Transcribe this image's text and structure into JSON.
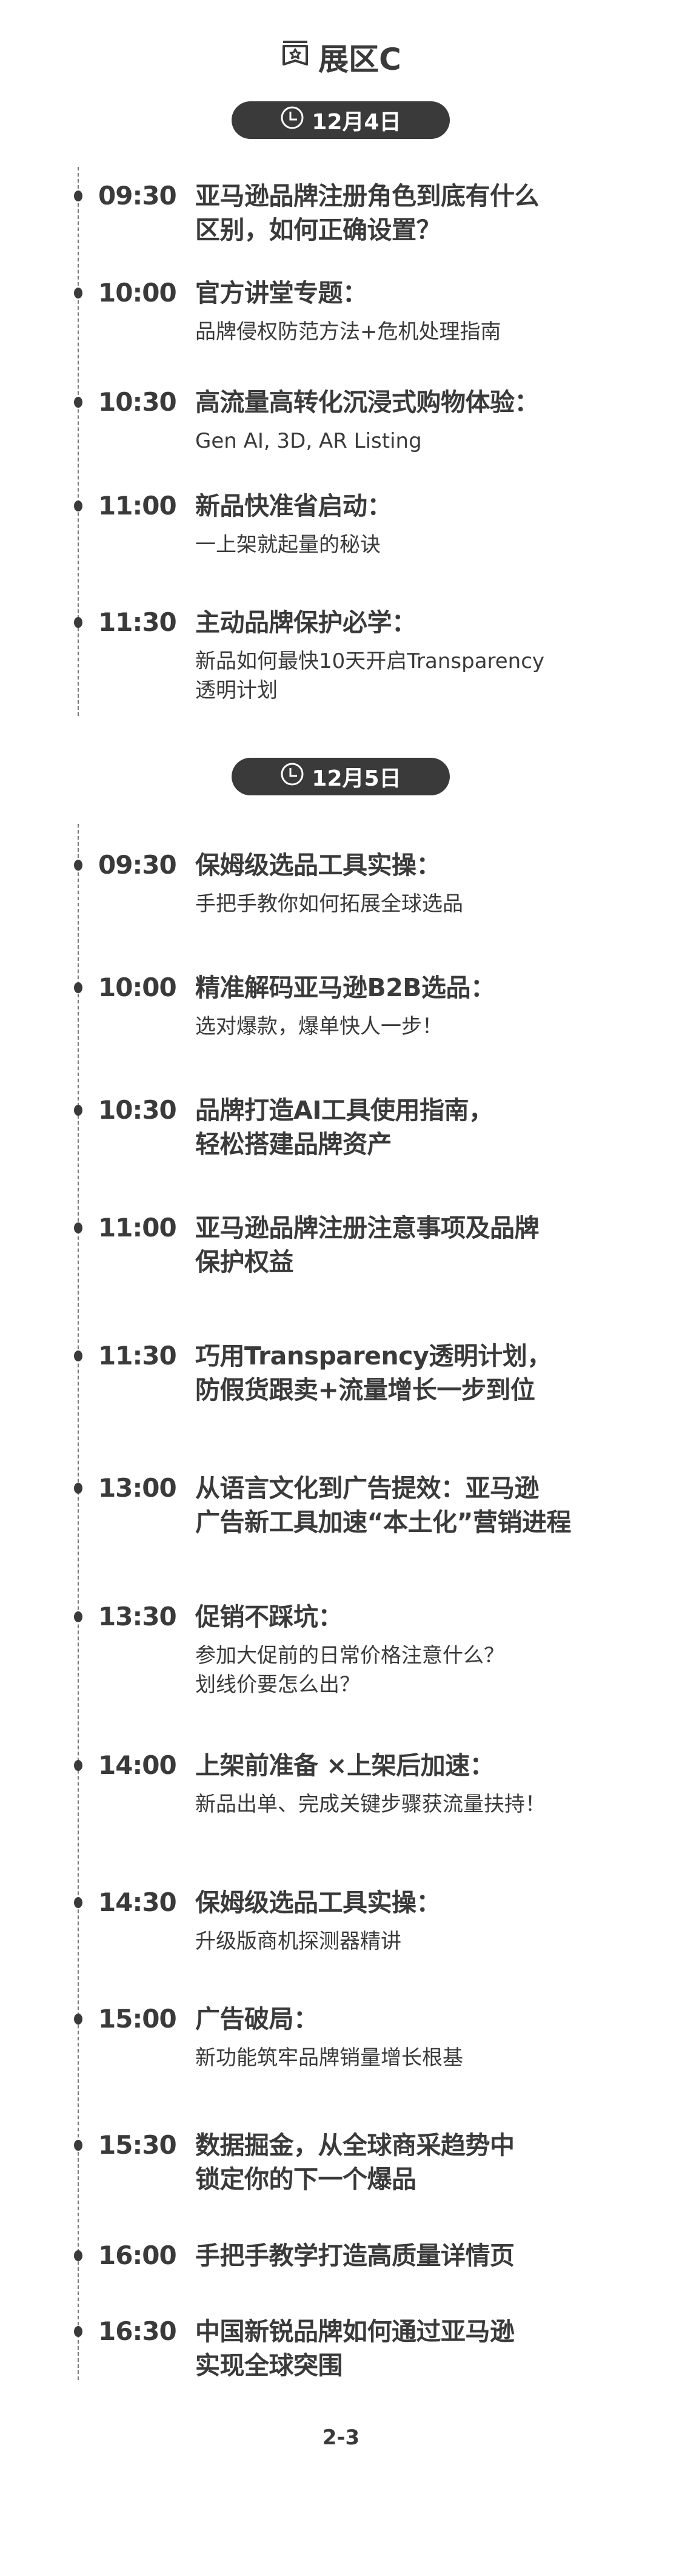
{
  "header": {
    "title": "展区C",
    "icon": "star-banner-icon"
  },
  "days": [
    {
      "date": "12月4日",
      "sessions": [
        {
          "time": "09:30",
          "title": "亚马逊品牌注册角色到底有什么\n区别，如何正确设置？",
          "subtitle": ""
        },
        {
          "time": "10:00",
          "title": "官方讲堂专题：",
          "subtitle": "品牌侵权防范方法+危机处理指南"
        },
        {
          "time": "10:30",
          "title": "高流量高转化沉浸式购物体验：",
          "subtitle": "Gen AI, 3D, AR Listing"
        },
        {
          "time": "11:00",
          "title": "新品快准省启动：",
          "subtitle": "一上架就起量的秘诀"
        },
        {
          "time": "11:30",
          "title": "主动品牌保护必学：",
          "subtitle": "新品如何最快10天开启Transparency\n透明计划"
        }
      ]
    },
    {
      "date": "12月5日",
      "sessions": [
        {
          "time": "09:30",
          "title": "保姆级选品工具实操：",
          "subtitle": "手把手教你如何拓展全球选品"
        },
        {
          "time": "10:00",
          "title": "精准解码亚马逊B2B选品：",
          "subtitle": "选对爆款，爆单快人一步！"
        },
        {
          "time": "10:30",
          "title": "品牌打造AI工具使用指南，\n轻松搭建品牌资产",
          "subtitle": ""
        },
        {
          "time": "11:00",
          "title": "亚马逊品牌注册注意事项及品牌\n保护权益",
          "subtitle": ""
        },
        {
          "time": "11:30",
          "title": "巧用Transparency透明计划，\n防假货跟卖+流量增长一步到位",
          "subtitle": ""
        },
        {
          "time": "13:00",
          "title": "从语言文化到广告提效：亚马逊\n广告新工具加速“本土化”营销进程",
          "subtitle": ""
        },
        {
          "time": "13:30",
          "title": "促销不踩坑：",
          "subtitle": "参加大促前的日常价格注意什么？\n划线价要怎么出？"
        },
        {
          "time": "14:00",
          "title": "上架前准备 ×上架后加速：",
          "subtitle": "新品出单、完成关键步骤获流量扶持！"
        },
        {
          "time": "14:30",
          "title": "保姆级选品工具实操：",
          "subtitle": "升级版商机探测器精讲"
        },
        {
          "time": "15:00",
          "title": "广告破局：",
          "subtitle": "新功能筑牢品牌销量增长根基"
        },
        {
          "time": "15:30",
          "title": "数据掘金，从全球商采趋势中\n锁定你的下一个爆品",
          "subtitle": ""
        },
        {
          "time": "16:00",
          "title": "手把手教学打造高质量详情页",
          "subtitle": ""
        },
        {
          "time": "16:30",
          "title": "中国新锐品牌如何通过亚马逊\n实现全球突围",
          "subtitle": ""
        }
      ]
    }
  ],
  "footer": {
    "page": "2-3"
  },
  "colors": {
    "text": "#3a3a3a",
    "pill_bg": "#3a3a3a",
    "pill_text": "#ffffff",
    "line": "#7a7a7a"
  }
}
